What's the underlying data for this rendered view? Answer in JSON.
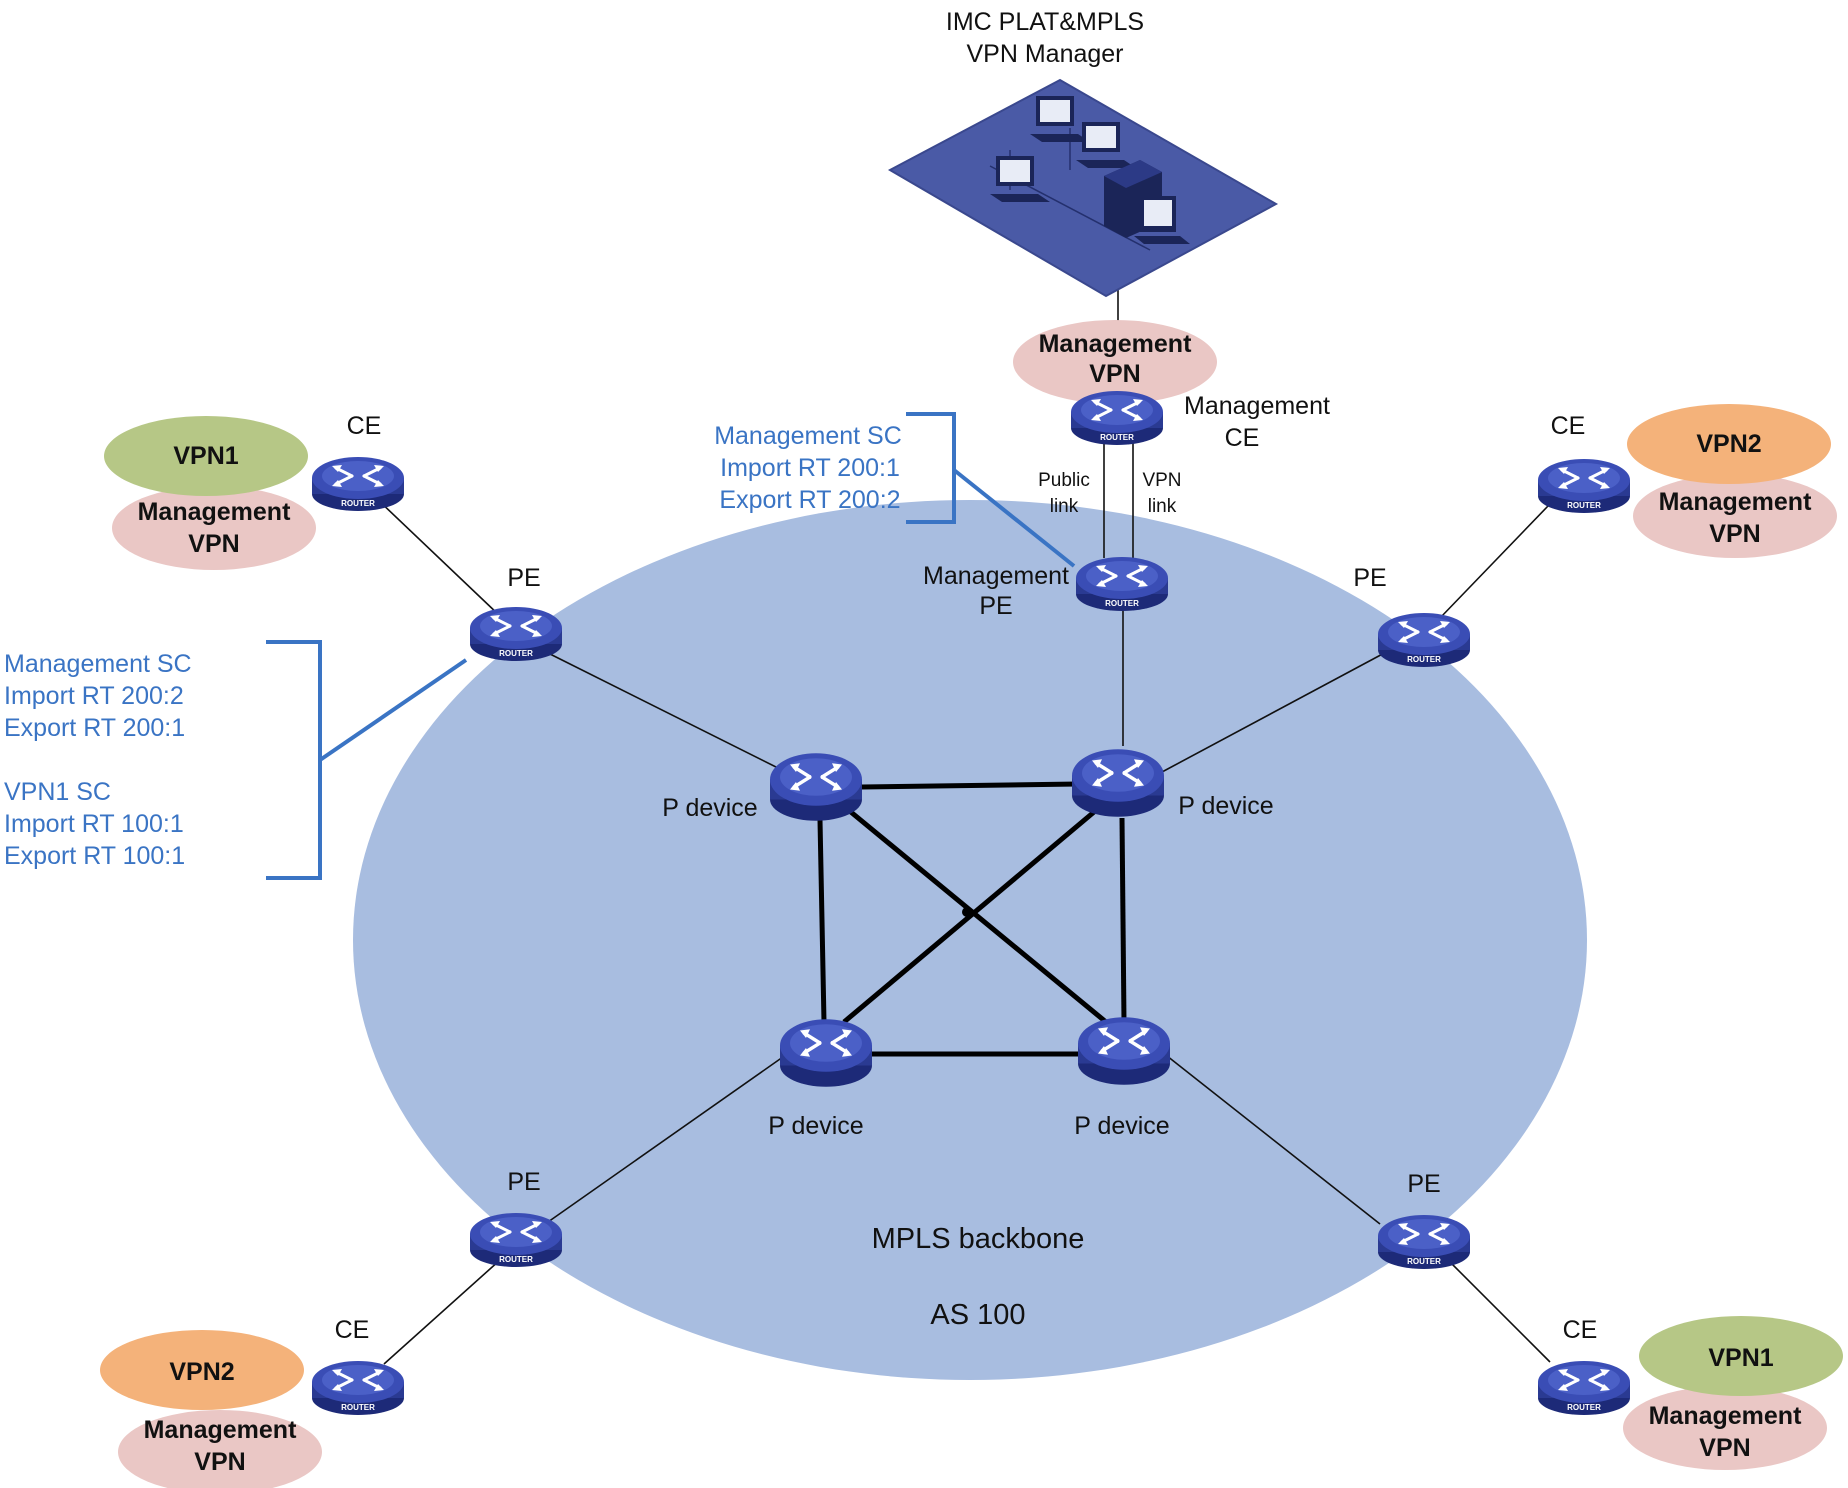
{
  "manager": {
    "line1": "IMC PLAT&MPLS",
    "line2": "VPN Manager"
  },
  "backbone": {
    "name": "MPLS backbone",
    "as": "AS 100"
  },
  "labels": {
    "ce": "CE",
    "pe": "PE",
    "p_device": "P device",
    "management_ce": [
      "Management",
      "CE"
    ],
    "management_pe": [
      "Management",
      "PE"
    ],
    "public_link": [
      "Public",
      "link"
    ],
    "vpn_link": [
      "VPN",
      "link"
    ],
    "router_tag": "ROUTER"
  },
  "vpn_tags": {
    "vpn1": "VPN1",
    "vpn2": "VPN2",
    "management_vpn": [
      "Management",
      "VPN"
    ]
  },
  "config_mgmt_pe": [
    "Management SC",
    "Import RT 200:1",
    "Export RT 200:2"
  ],
  "config_left_pe": [
    "Management SC",
    "Import RT  200:2",
    "Export RT  200:1",
    "",
    "VPN1 SC",
    "Import RT 100:1",
    "Export RT 100:1"
  ],
  "colors": {
    "backbone_fill": "#a8bde0",
    "router_blue": "#2f3f9a",
    "vpn1_green": "#b6c786",
    "vpn2_orange": "#f4b27a",
    "mgmt_pink": "#eac7c5",
    "annotation_blue": "#3a74c4",
    "platform_blue": "#4a5aa6"
  }
}
